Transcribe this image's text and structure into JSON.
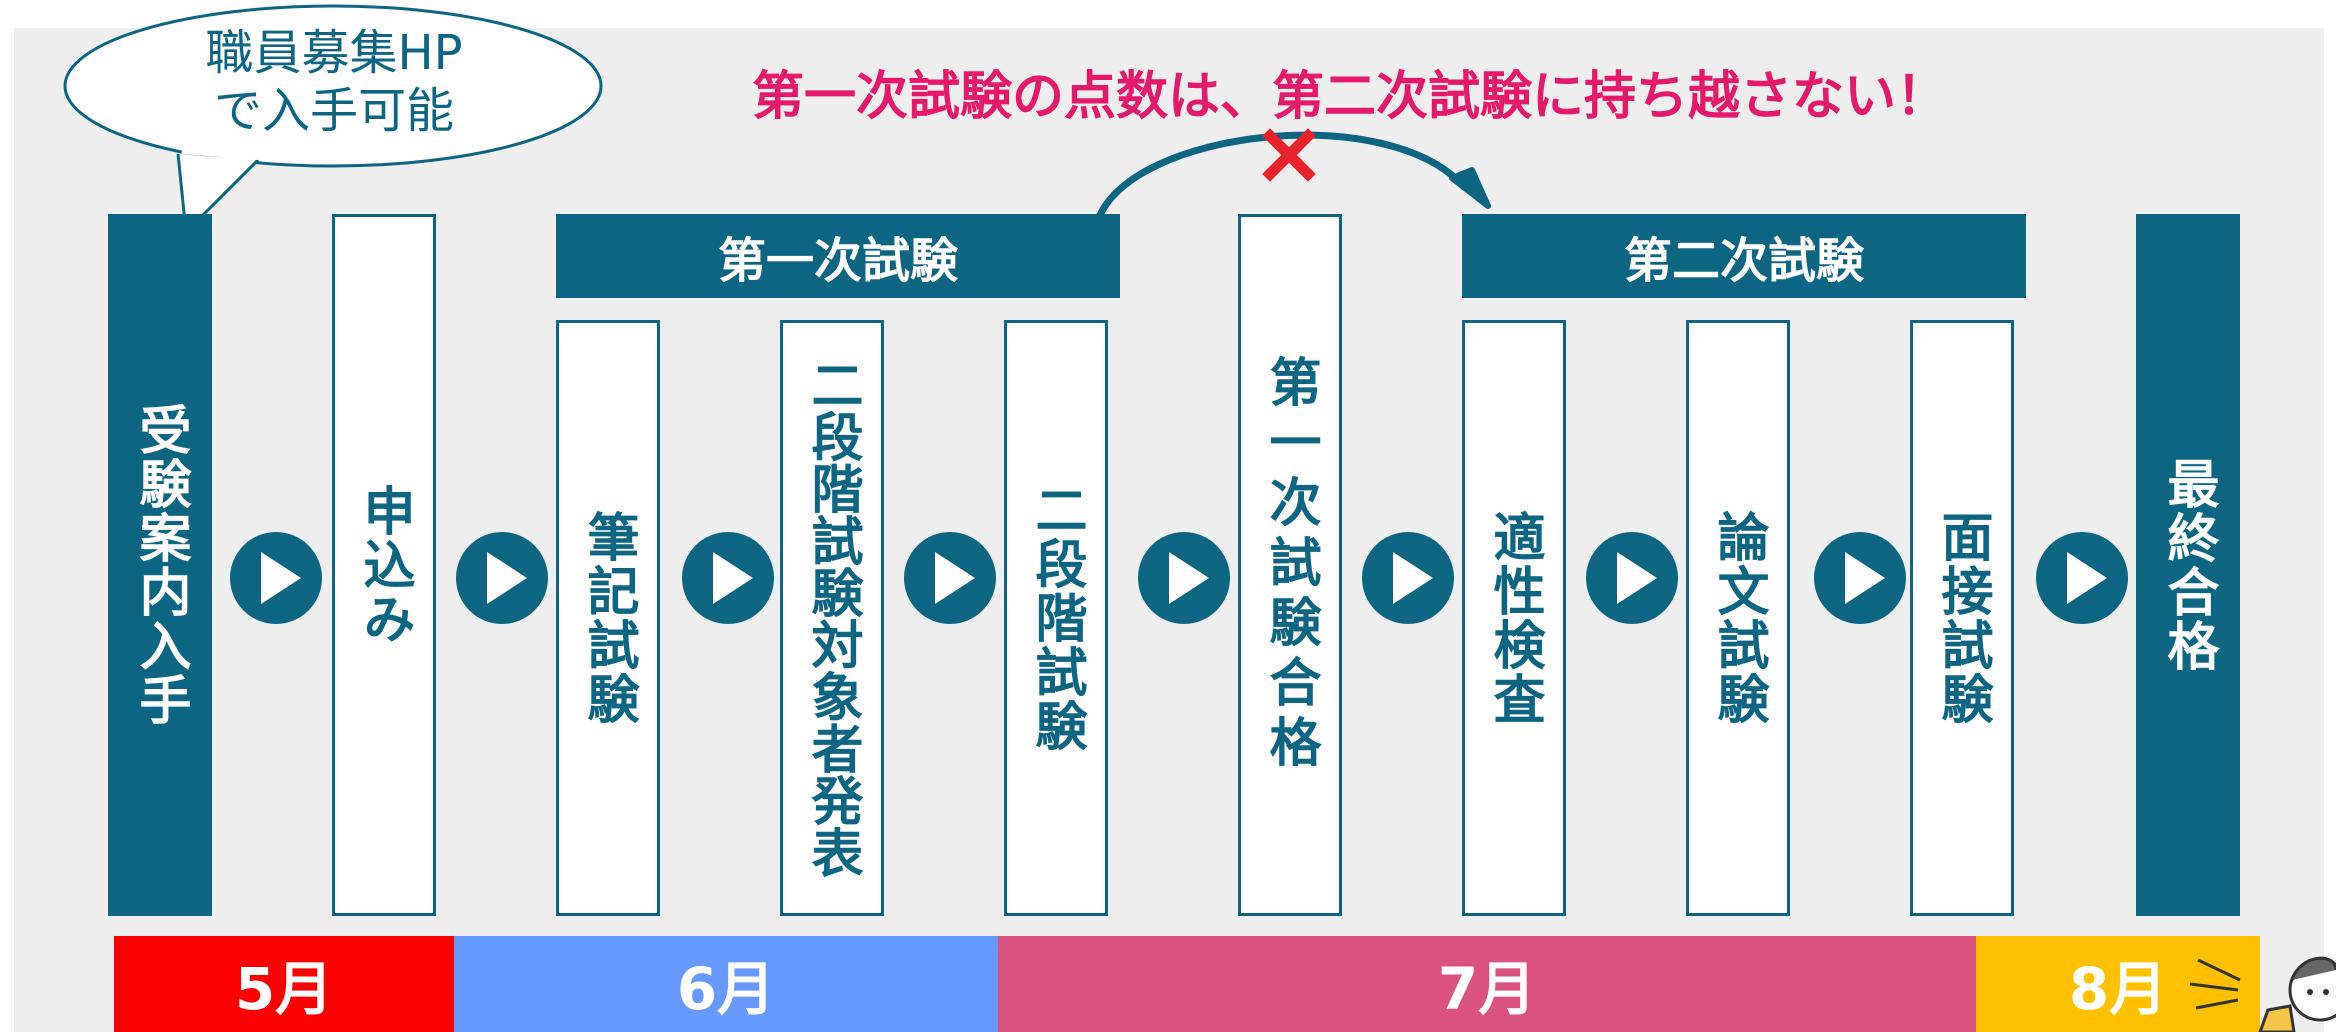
{
  "notice": "第一次試験の点数は、第二次試験に持ち越さない！",
  "bubble": {
    "line1": "職員募集HP",
    "line2": "で入手可能"
  },
  "phases": {
    "first": "第一次試験",
    "second": "第二次試験"
  },
  "steps": [
    "受験案内入手",
    "申込み",
    "筆記試験",
    "二段階試験対象者発表",
    "二段階試験",
    "第一次試験合格",
    "適性検査",
    "論文試験",
    "面接試験",
    "最終合格"
  ],
  "months": [
    {
      "label": "5月",
      "color": "#ff0000"
    },
    {
      "label": "6月",
      "color": "#6699ff"
    },
    {
      "label": "7月",
      "color": "#db5180"
    },
    {
      "label": "8月",
      "color": "#ffc000"
    }
  ],
  "colors": {
    "primary": "#0c6683",
    "notice": "#e5186b",
    "cross": "#e8232a"
  },
  "icons": {
    "arrow": "play-arrow-icon",
    "cross": "cross-mark-icon",
    "person": "person-illustration"
  }
}
